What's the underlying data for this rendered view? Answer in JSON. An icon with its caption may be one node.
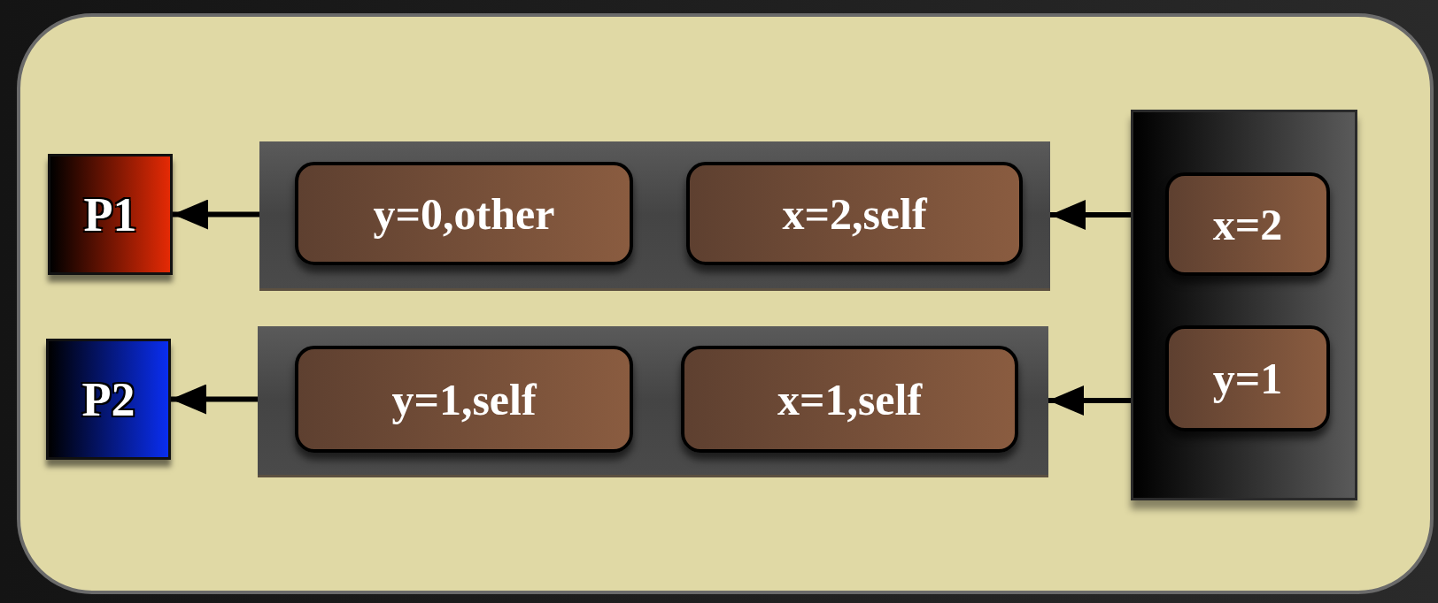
{
  "diagram": {
    "nodes": [
      {
        "text": [
          "P1"
        ]
      },
      {
        "text": [],
        "shape": "box"
      },
      {
        "text": [
          "y=0,other"
        ],
        "in": 1
      },
      {
        "text": [
          "x=2,self"
        ],
        "in": 1
      },
      {
        "text": [],
        "shape": "box"
      },
      {
        "text": [
          "x=2"
        ],
        "in": 4
      },
      {
        "text": [
          "y=1"
        ],
        "in": 4
      },
      {
        "text": [
          "P2"
        ]
      },
      {
        "text": [],
        "shape": "box"
      },
      {
        "text": [
          "y=1,self"
        ],
        "in": 8
      },
      {
        "text": [
          "x=1,self"
        ],
        "in": 8
      }
    ],
    "edges": [
      {
        "from": 4,
        "to": 1,
        "arrow": "to"
      },
      {
        "from": 1,
        "to": 0,
        "arrow": "to"
      },
      {
        "from": 4,
        "to": 8,
        "arrow": "to"
      },
      {
        "from": 8,
        "to": 7,
        "arrow": "to"
      }
    ]
  }
}
